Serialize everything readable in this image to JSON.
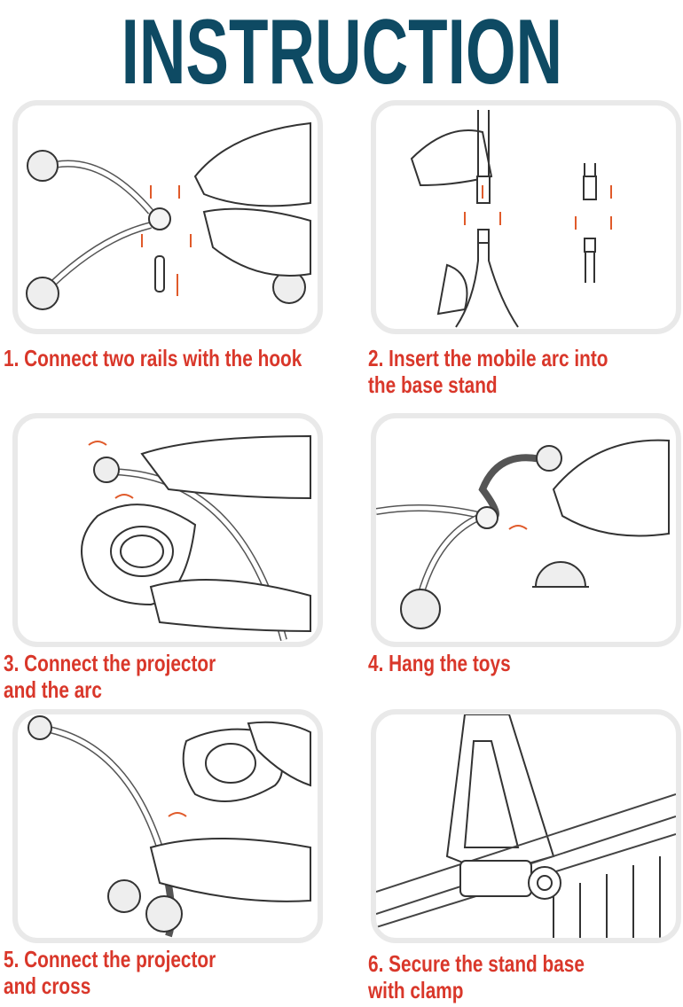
{
  "title": "INSTRUCTION",
  "colors": {
    "title": "#0e4a63",
    "caption": "#d9372a",
    "panel_border": "#e9e9e9",
    "arrow": "#e05a2a"
  },
  "steps": [
    {
      "lines": [
        "1. Connect two rails with the hook"
      ]
    },
    {
      "lines": [
        "2. Insert the mobile arc into",
        "the base stand"
      ]
    },
    {
      "lines": [
        "3. Connect the projector",
        "and the arc"
      ]
    },
    {
      "lines": [
        "4. Hang the toys"
      ]
    },
    {
      "lines": [
        "5. Connect the projector",
        "and cross"
      ]
    },
    {
      "lines": [
        "6. Secure the stand base",
        "with clamp"
      ]
    }
  ]
}
